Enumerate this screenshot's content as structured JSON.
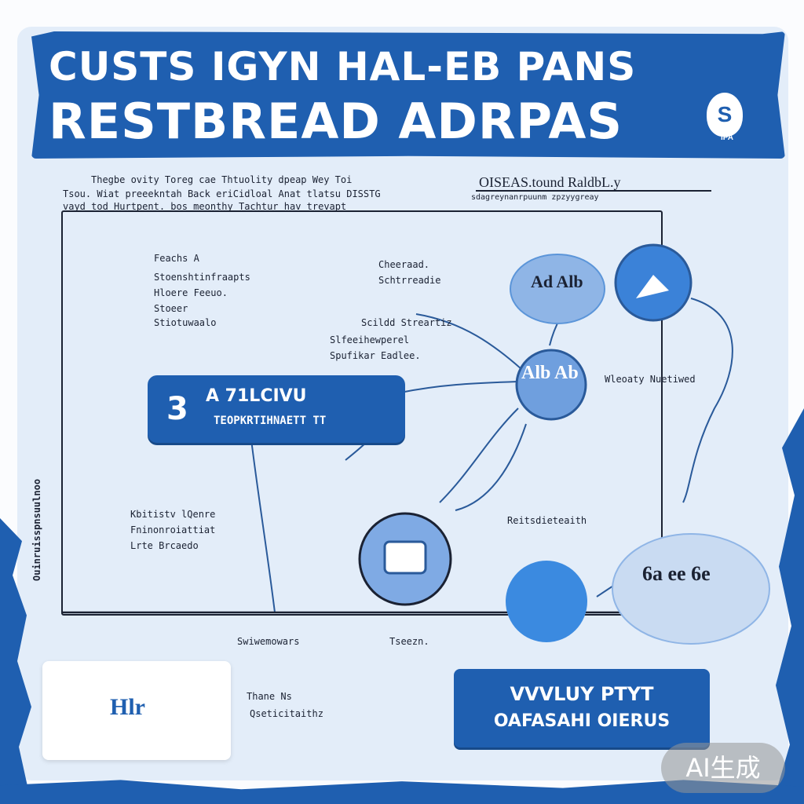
{
  "header": {
    "title_line_1": "CUSTS IGYN  HAL-EB PANS",
    "title_line_2": "RESTBREAD ADRPAS",
    "badge": "S",
    "badge_sub": "IPA"
  },
  "intro": {
    "line_1": "Thegbe ovity  Toreg cae Thtuolity  dpeap Wey Toi",
    "line_2": "Tsou. Wiat preeekntah  Back eriCidloal Anat tlatsu  DISSTG",
    "line_3": "vayd tod Hurtpent. bos meonthy  Tachtur  hav trevapt",
    "right_heading": "OISEAS.tound  RaldbL.y",
    "right_sub": "sdagreynanrpuunm     zpzyygreay"
  },
  "panel": {
    "left_list": [
      "Feachs A",
      "Stoenshtinfraapts",
      "Hloere      Feeuo.",
      "Stoeer",
      "Stiotuwaalo"
    ],
    "mid_list_top": [
      "Cheeraad.",
      "Schtrreadie"
    ],
    "mid_list": [
      "Scildd Streartiz",
      "Slfeeihewperel",
      "Spufikar Eadlee."
    ],
    "callout_number": "3",
    "callout_title": "A 71LCIVU",
    "callout_sub": "TEOPKRTIHNAETT TT",
    "node_label_right": "Wleoaty Nuetiwed",
    "node_label_lower": "Reitsdieteaith",
    "lower_left_list": [
      "Kbitistv lQenre",
      "Fninonroiattiat",
      "Lrte  Brcaedo"
    ],
    "axis_left": "Swiwemowars",
    "axis_right": "Tseezn.",
    "vertical_label": "Ouinruisspnsuulnoo"
  },
  "node_glyphs": {
    "node_top": "Ad Alb",
    "node_mid": "Alb Ab",
    "node_cluster": "6a ee 6e"
  },
  "footer": {
    "logo_text": "Hlr",
    "mid_line_1": "Thane Ns",
    "mid_line_2": "Qseticitaithz",
    "cta_line_1": "VVVLUY PTYT",
    "cta_line_2": "OAFASAHI OIERUS"
  },
  "watermark": "AI生成",
  "colors": {
    "brand_blue": "#1f5fb0",
    "sheet": "#e3edf9",
    "ink": "#1b2233",
    "node_fill": "#5b95d9"
  }
}
